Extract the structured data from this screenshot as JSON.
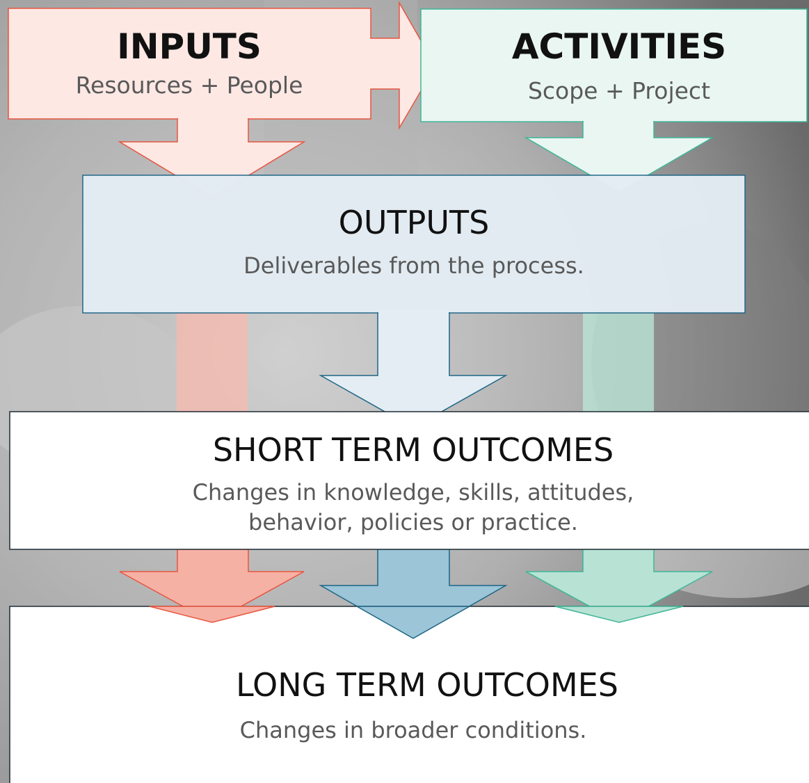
{
  "inputs": {
    "title": "INPUTS",
    "subtitle": "Resources + People"
  },
  "activities": {
    "title": "ACTIVITIES",
    "subtitle": "Scope + Project"
  },
  "outputs": {
    "title": "OUTPUTS",
    "subtitle": "Deliverables from the process."
  },
  "short_term": {
    "title": "SHORT TERM OUTCOMES",
    "subtitle_line1": "Changes in knowledge, skills, attitudes,",
    "subtitle_line2": "behavior, policies or practice."
  },
  "long_term": {
    "title": "LONG TERM OUTCOMES",
    "subtitle": "Changes in broader conditions."
  },
  "colors": {
    "inputs_fill": "#fde8e4",
    "inputs_stroke": "#e8553f",
    "activities_fill": "#e9f6f2",
    "activities_stroke": "#3fb597",
    "outputs_fill": "#e4edf4",
    "outputs_stroke": "#1d6585",
    "title_text": "#111111",
    "subtitle_text": "#595959"
  }
}
